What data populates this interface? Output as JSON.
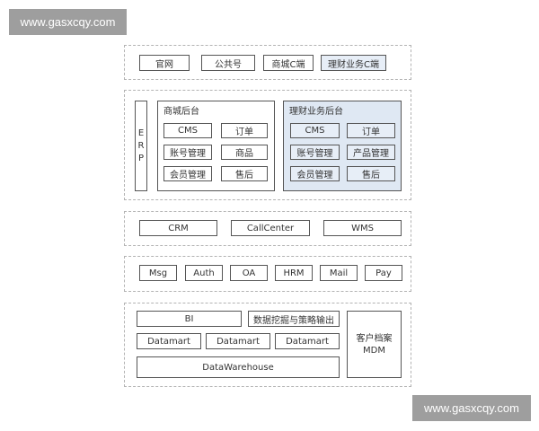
{
  "watermark_top": "www.gasxcqy.com",
  "watermark_bottom": "www.gasxcqy.com",
  "channels": [
    "官网",
    "公共号",
    "商城C端",
    "理财业务C端"
  ],
  "erp": "ERP",
  "mall_backend": {
    "title": "商城后台",
    "items": [
      "CMS",
      "订单",
      "账号管理",
      "商品",
      "会员管理",
      "售后"
    ]
  },
  "finance_backend": {
    "title": "理财业务后台",
    "items": [
      "CMS",
      "订单",
      "账号管理",
      "产品管理",
      "会员管理",
      "售后"
    ]
  },
  "business_services": [
    "CRM",
    "CallCenter",
    "WMS"
  ],
  "base_services": [
    "Msg",
    "Auth",
    "OA",
    "HRM",
    "Mail",
    "Pay"
  ],
  "data_layer": {
    "bi": "BI",
    "mining": "数据挖掘与策略输出",
    "datamarts": [
      "Datamart",
      "Datamart",
      "Datamart"
    ],
    "warehouse": "DataWarehouse",
    "mdm": "客户档案\nMDM"
  }
}
